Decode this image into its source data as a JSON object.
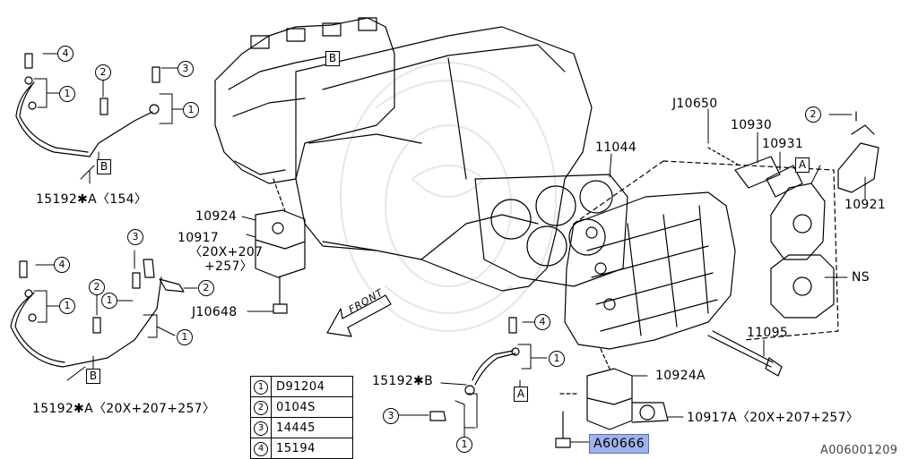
{
  "diagram": {
    "figure_id": "A006001209",
    "highlight_label": "A60666",
    "front_label": "FRONT",
    "labels": {
      "p15192a_154": "15192✱A〈154〉",
      "p15192a_20x": "15192✱A〈20X+207+257〉",
      "p15192b": "15192✱B",
      "p10924": "10924",
      "p10917_line1": "10917",
      "p10917_line2": "〈20X+207",
      "p10917_line3": "+257〉",
      "pJ10648": "J10648",
      "pJ10650": "J10650",
      "p10930": "10930",
      "p10931": "10931",
      "p11044": "11044",
      "p10921": "10921",
      "pNS": "NS",
      "p11095": "11095",
      "p10924A": "10924A",
      "p10917A": "10917A〈20X+207+257〉"
    },
    "callouts": {
      "c1": "1",
      "c2": "2",
      "c3": "3",
      "c4": "4"
    },
    "boxes": {
      "A": "A",
      "B": "B"
    },
    "legend": [
      {
        "num": "1",
        "part": "D91204"
      },
      {
        "num": "2",
        "part": "0104S"
      },
      {
        "num": "3",
        "part": "14445"
      },
      {
        "num": "4",
        "part": "15194"
      }
    ]
  }
}
